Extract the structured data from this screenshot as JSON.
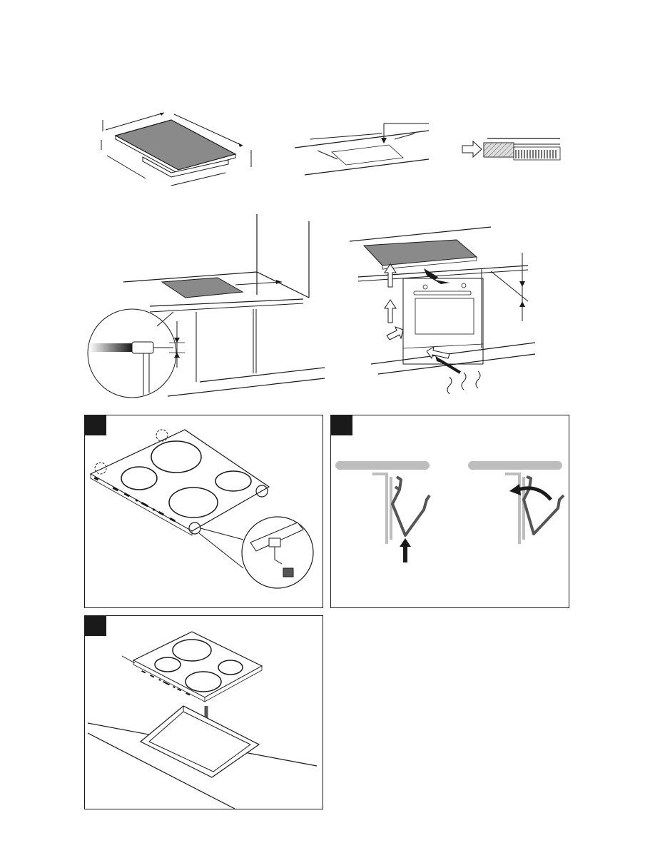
{
  "page": {
    "kind": "installation-instructions-figures",
    "labels": []
  },
  "figures": [
    {
      "key": "hob-dimensions",
      "icon": "hob-dimension-icon"
    },
    {
      "key": "cutout-dimensions",
      "icon": "cutout-dimension-icon"
    },
    {
      "key": "worktop-edge",
      "icon": "worktop-section-icon"
    },
    {
      "key": "clearance-wall",
      "icon": "wall-clearance-icon"
    },
    {
      "key": "ventilation-oven",
      "icon": "ventilation-arrows-icon"
    }
  ],
  "steps": [
    {
      "key": "step-1",
      "icon": "hob-clips-icon",
      "badge": ""
    },
    {
      "key": "step-2",
      "icon": "clip-fitting-icon",
      "badge": ""
    },
    {
      "key": "step-3",
      "icon": "hob-insert-icon",
      "badge": ""
    }
  ],
  "colors": {
    "ink": "#1a1a1a",
    "glass": "#8a8a8a",
    "clip": "#555555",
    "panel_gray": "#bdbdbd"
  }
}
